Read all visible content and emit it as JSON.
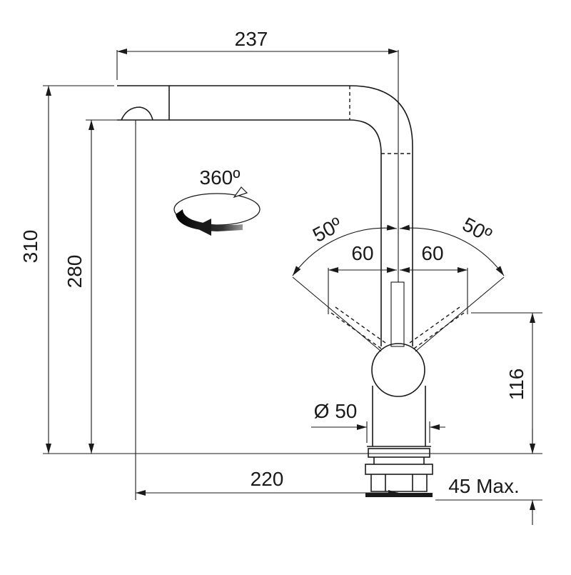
{
  "dimensions": {
    "top_width": "237",
    "total_height": "310",
    "spout_height": "280",
    "rotation": "360º",
    "angle_left": "50º",
    "angle_right": "50º",
    "handle_left": "60",
    "handle_right": "60",
    "base_height": "116",
    "diameter": "Ø 50",
    "reach": "220",
    "countertop": "45 Max."
  }
}
